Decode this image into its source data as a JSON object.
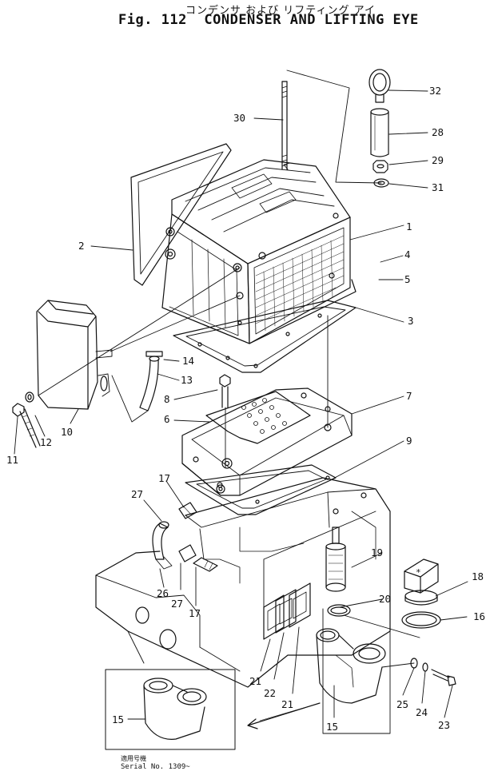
{
  "title_jp": "コンデンサ および リフティング アイ",
  "fig_number": "Fig. 112",
  "fig_title": "CONDENSER AND LIFTING EYE",
  "part_labels": [
    "1",
    "2",
    "3",
    "4",
    "5",
    "6",
    "7",
    "8",
    "9",
    "10",
    "11",
    "12",
    "13",
    "14",
    "15",
    "15",
    "16",
    "17",
    "17",
    "18",
    "19",
    "20",
    "21",
    "21",
    "22",
    "23",
    "24",
    "25",
    "26",
    "27",
    "27",
    "28",
    "29",
    "30",
    "31",
    "32"
  ],
  "inset": {
    "label": "15",
    "serial_jp": "適用号機",
    "serial_en": "Serial No. 1309~"
  }
}
